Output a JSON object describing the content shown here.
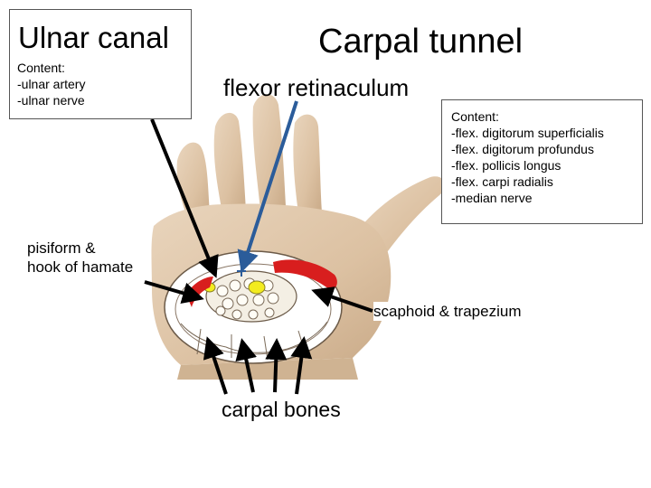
{
  "ulnar_canal": {
    "title": "Ulnar canal",
    "content": [
      "Content:",
      "-ulnar artery",
      "-ulnar nerve"
    ]
  },
  "carpal_tunnel": {
    "title": "Carpal tunnel",
    "roof_label": "flexor retinaculum",
    "content": [
      "Content:",
      "-flex. digitorum superficialis",
      "-flex. digitorum profundus",
      "-flex. pollicis longus",
      "-flex. carpi radialis",
      "-median nerve"
    ]
  },
  "labels": {
    "pisiform": [
      "pisiform &",
      "hook of hamate"
    ],
    "scaphoid": "scaphoid & trapezium",
    "carpal_bones": "carpal bones"
  },
  "colors": {
    "arrow_black": "#000000",
    "arrow_blue": "#2b5c9a",
    "skin": "#dcc3a6",
    "artery_red": "#d81e1e",
    "nerve_yellow": "#f3ec1e"
  }
}
